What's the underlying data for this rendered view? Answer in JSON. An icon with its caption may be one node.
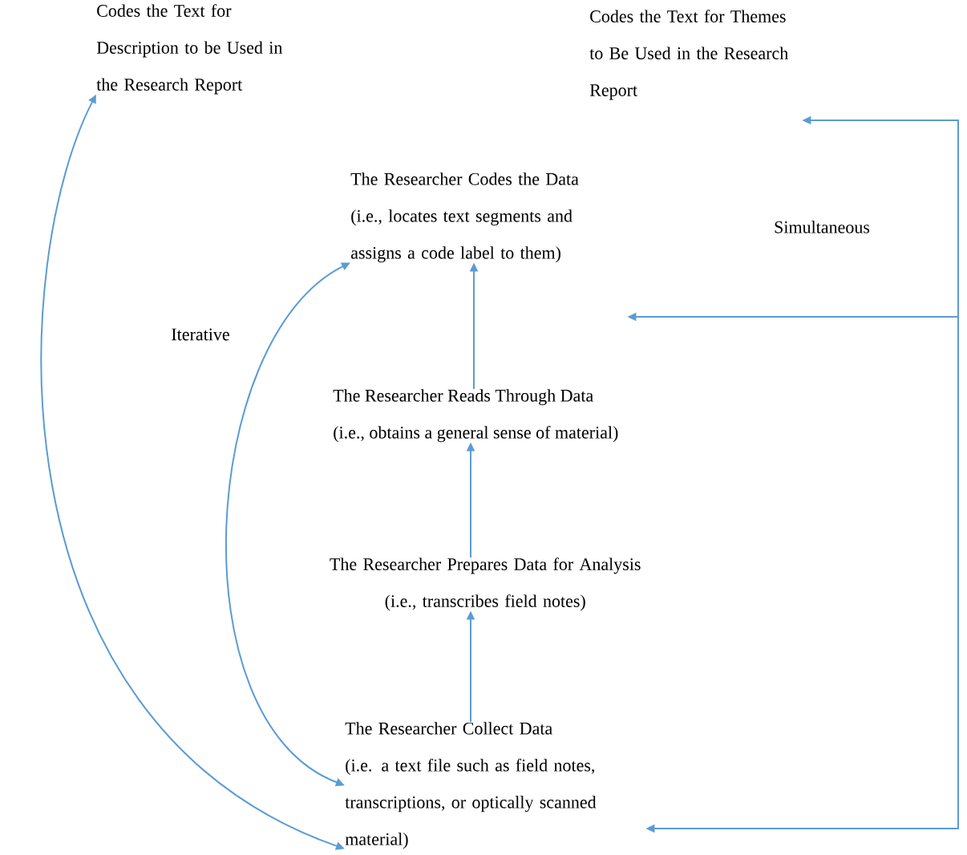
{
  "diagram": {
    "nodes": [
      {
        "text": [
          "Codes the Text for Description to be Used in the Research Report"
        ]
      },
      {
        "text": [
          "Codes the Text for Themes to Be Used in the Research Report"
        ]
      },
      {
        "text": [
          "The Researcher Codes the Data",
          "(i.e., locates text segments and assigns a code label to them)"
        ]
      },
      {
        "text": [
          "The Researcher Reads Through Data",
          "(i.e., obtains a general sense of material)"
        ]
      },
      {
        "text": [
          "The Researcher Prepares Data for Analysis",
          "(i.e., transcribes field notes)"
        ]
      },
      {
        "text": [
          "The Researcher Collect Data",
          "(i.e. a text file such as field notes, transcriptions, or optically scanned material)"
        ]
      }
    ],
    "edges": [
      {
        "from": 5,
        "to": 0,
        "arrow": "both"
      },
      {
        "from": 5,
        "to": 2,
        "arrow": "both"
      },
      {
        "from": 5,
        "to": 4,
        "arrow": "to"
      },
      {
        "from": 4,
        "to": 3,
        "arrow": "to"
      },
      {
        "from": 3,
        "to": 2,
        "arrow": "to"
      },
      {
        "from": null,
        "to": 1,
        "arrow": "to"
      },
      {
        "from": null,
        "to": 2,
        "arrow": "to"
      },
      {
        "from": null,
        "to": 5,
        "arrow": "to"
      }
    ],
    "labels": [
      "Simultaneous",
      "Iterative"
    ]
  }
}
